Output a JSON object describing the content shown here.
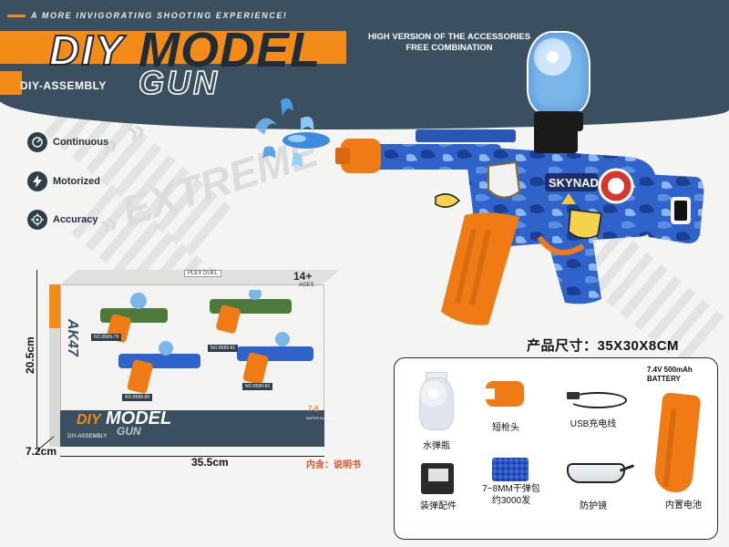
{
  "header": {
    "tagline": "A MORE INVIGORATING SHOOTING EXPERIENCE!",
    "logo_diy": "DIY",
    "logo_model": "MODEL",
    "logo_gun": "GUN",
    "sub": "DIY-ASSEMBLY",
    "right_line1": "HIGH VERSION OF THE ACCESSORIES",
    "right_line2": "FREE COMBINATION"
  },
  "background": {
    "graffiti": "EXTREME"
  },
  "features": [
    {
      "label": "Continuous",
      "icon": "speedometer-icon"
    },
    {
      "label": "Motorized",
      "icon": "lightning-icon"
    },
    {
      "label": "Accuracy",
      "icon": "crosshair-icon"
    }
  ],
  "gun": {
    "patch_text": "SKYNAD"
  },
  "box": {
    "age": "14+",
    "age_sub": "AGES",
    "side_text": "AK47",
    "header_tag": "PLEX DUEL",
    "logo_diy": "DIY",
    "logo_model": "MODEL",
    "logo_gun": "GUN",
    "sub": "DIY-ASSEMBLY",
    "bullets": "7-8",
    "bullets_sub": "WATER BULLET",
    "tags": [
      "NO.8589-79",
      "NO.8589-81",
      "NO.8589-80",
      "NO.8589-82"
    ]
  },
  "dimensions": {
    "height": "20.5cm",
    "depth": "7.2cm",
    "width": "35.5cm"
  },
  "included_note": "内含：说明书",
  "spec": "产品尺寸：35X30X8CM",
  "battery_spec_line1": "7.4V 500mAh",
  "battery_spec_line2": "BATTERY",
  "accessories": [
    {
      "label": "水弹瓶"
    },
    {
      "label": "短枪头"
    },
    {
      "label": "USB充电线"
    },
    {
      "label": "内置电池"
    },
    {
      "label": "装弹配件"
    },
    {
      "label_line1": "7~8MM干弹包",
      "label_line2": "约3000发"
    },
    {
      "label": "防护镜"
    }
  ],
  "colors": {
    "header": "#3a4f5f",
    "accent_orange": "#f48a17",
    "gun_blue": "#2f63c9",
    "included_red": "#e2502a"
  }
}
